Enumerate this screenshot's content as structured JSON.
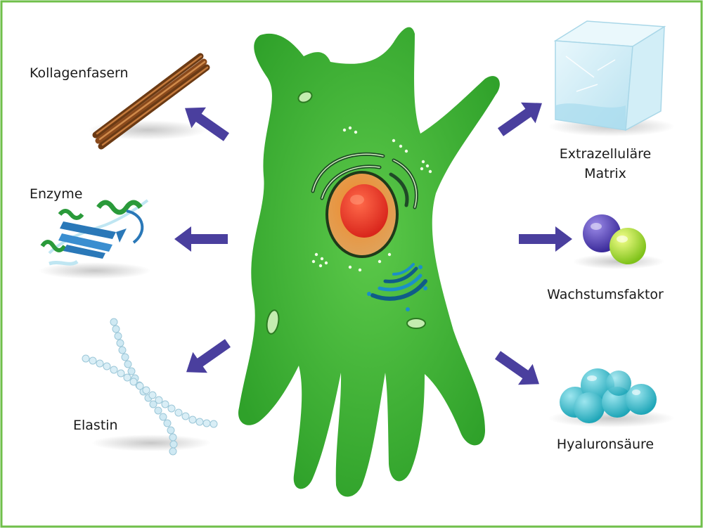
{
  "colors": {
    "border": "#6fbf4a",
    "cell": "#3fb534",
    "arrow": "#4a3f9e"
  },
  "labels": {
    "kollagen": "Kollagenfasern",
    "enzyme": "Enzyme",
    "elastin": "Elastin",
    "ezm_line1": "Extrazelluläre",
    "ezm_line2": "Matrix",
    "wachstum": "Wachstumsfaktor",
    "hyaluron": "Hyaluronsäure"
  }
}
